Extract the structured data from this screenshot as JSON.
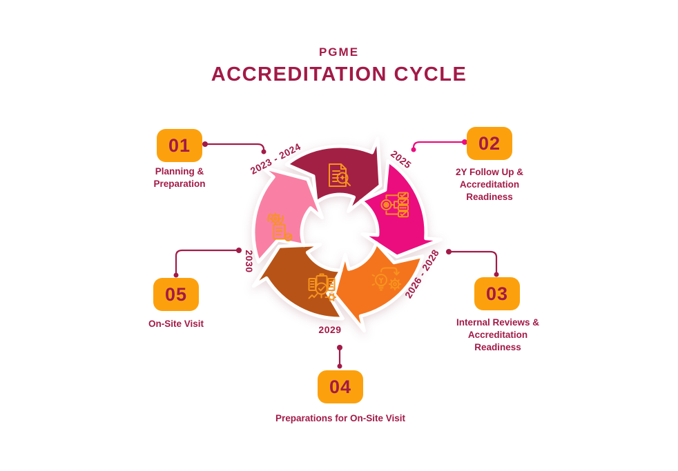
{
  "title": {
    "eyebrow": "PGME",
    "main": "ACCREDITATION CYCLE"
  },
  "colors": {
    "background": "#FFFFFF",
    "text": "#A21A47",
    "badge": "#FCA10D",
    "icon": "#F7941D"
  },
  "steps": [
    {
      "number": "01",
      "label": "Planning & Preparation",
      "years": "2023 - 2024",
      "color": "#A32045",
      "connector": "#A21A47",
      "icon": "document-search-icon"
    },
    {
      "number": "02",
      "label": "2Y Follow Up & Accreditation Readiness",
      "years": "2025",
      "color": "#EB0D7E",
      "connector": "#EB0D7E",
      "icon": "checklist-review-icon"
    },
    {
      "number": "03",
      "label": "Internal Reviews & Accreditation Readiness",
      "years": "2026 - 2028",
      "color": "#F4741E",
      "connector": "#A21A47",
      "icon": "idea-process-icon"
    },
    {
      "number": "04",
      "label": "Preparations for On-Site Visit",
      "years": "2029",
      "color": "#B85317",
      "connector": "#A21A47",
      "icon": "document-audit-icon"
    },
    {
      "number": "05",
      "label": "On-Site Visit",
      "years": "2030",
      "color": "#F980A4",
      "connector": "#A21A47",
      "icon": "workflow-approval-icon"
    }
  ]
}
